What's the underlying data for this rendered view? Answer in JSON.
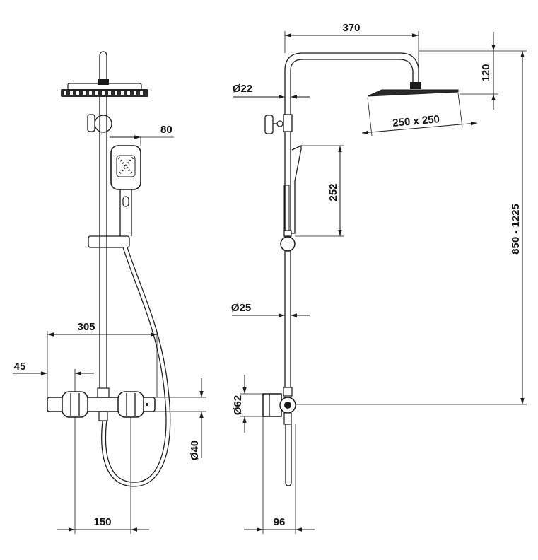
{
  "dimensions": {
    "d370": "370",
    "d120": "120",
    "d22": "Ø22",
    "d250": "250 x 250",
    "d80": "80",
    "d252": "252",
    "d850": "850 - 1225",
    "d25": "Ø25",
    "d305": "305",
    "d45": "45",
    "d62": "Ø62",
    "d40": "Ø40",
    "d150": "150",
    "d96": "96"
  }
}
